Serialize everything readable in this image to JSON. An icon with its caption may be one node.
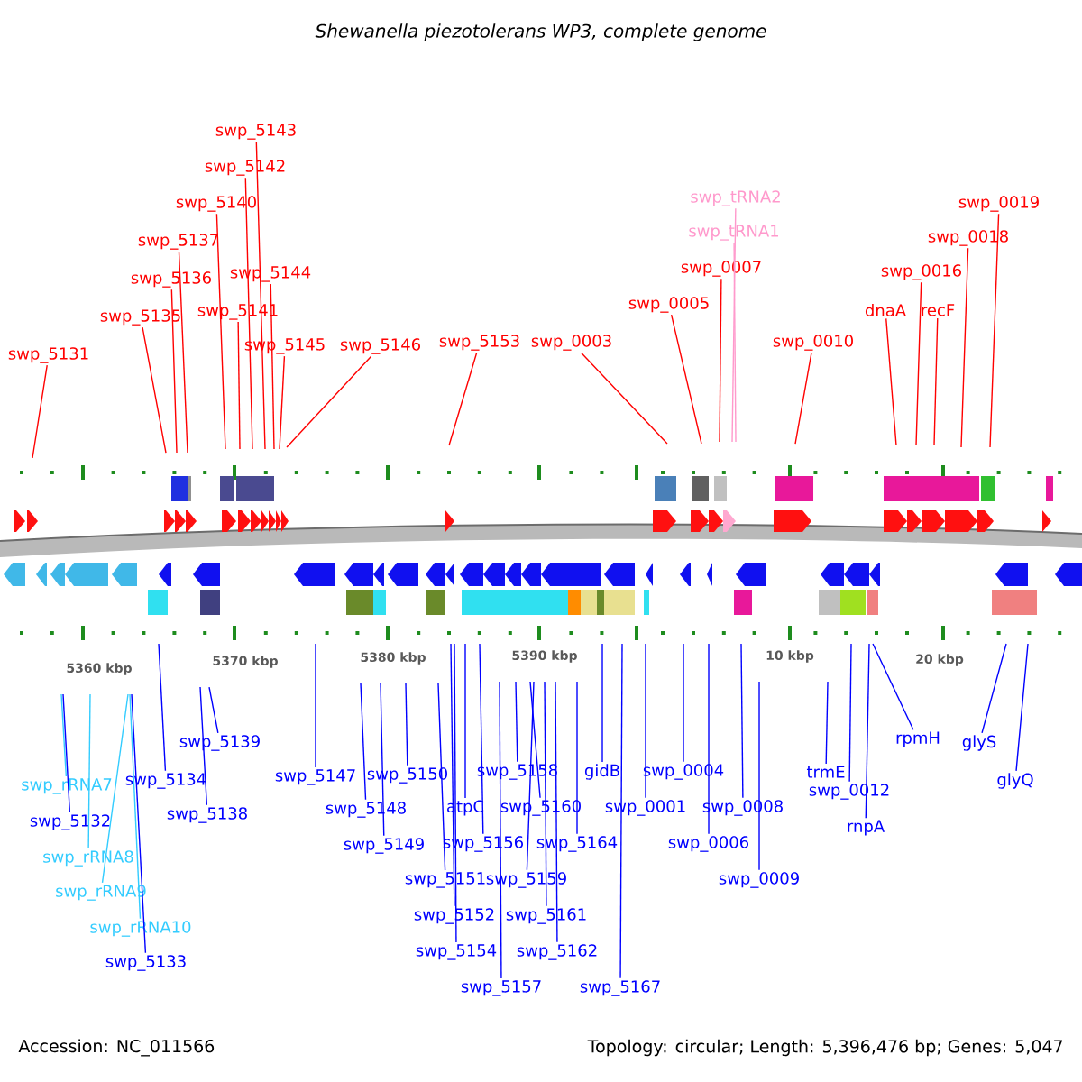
{
  "diagram": {
    "title": "Shewanella piezotolerans WP3, complete genome",
    "nodes": [
      {
        "text": [
          "swp_5131"
        ]
      },
      {
        "text": [
          "swp_5135"
        ]
      },
      {
        "text": [
          "swp_5136"
        ]
      },
      {
        "text": [
          "swp_5137"
        ]
      },
      {
        "text": [
          "swp_5140"
        ]
      },
      {
        "text": [
          "swp_5141"
        ]
      },
      {
        "text": [
          "swp_5142"
        ]
      },
      {
        "text": [
          "swp_5143"
        ]
      },
      {
        "text": [
          "swp_5144"
        ]
      },
      {
        "text": [
          "swp_5145"
        ]
      },
      {
        "text": [
          "swp_5146"
        ]
      },
      {
        "text": [
          "swp_5153"
        ]
      },
      {
        "text": [
          "swp_0003"
        ]
      },
      {
        "text": [
          "swp_0005"
        ]
      },
      {
        "text": [
          "swp_0007"
        ]
      },
      {
        "text": [
          "swp_tRNA2"
        ]
      },
      {
        "text": [
          "swp_tRNA1"
        ]
      },
      {
        "text": [
          "swp_0010"
        ]
      },
      {
        "text": [
          "dnaA"
        ]
      },
      {
        "text": [
          "swp_0016"
        ]
      },
      {
        "text": [
          "recF"
        ]
      },
      {
        "text": [
          "swp_0018"
        ]
      },
      {
        "text": [
          "swp_0019"
        ]
      },
      {
        "text": [
          "swp_rRNA7"
        ]
      },
      {
        "text": [
          "swp_5132"
        ]
      },
      {
        "text": [
          "swp_rRNA8"
        ]
      },
      {
        "text": [
          "swp_rRNA9"
        ]
      },
      {
        "text": [
          "swp_rRNA10"
        ]
      },
      {
        "text": [
          "swp_5133"
        ]
      },
      {
        "text": [
          "swp_5134"
        ]
      },
      {
        "text": [
          "swp_5139"
        ]
      },
      {
        "text": [
          "swp_5138"
        ]
      },
      {
        "text": [
          "swp_5147"
        ]
      },
      {
        "text": [
          "swp_5148"
        ]
      },
      {
        "text": [
          "swp_5149"
        ]
      },
      {
        "text": [
          "swp_5150"
        ]
      },
      {
        "text": [
          "swp_5151"
        ]
      },
      {
        "text": [
          "swp_5152"
        ]
      },
      {
        "text": [
          "swp_5154"
        ]
      },
      {
        "text": [
          "atpC"
        ]
      },
      {
        "text": [
          "swp_5156"
        ]
      },
      {
        "text": [
          "swp_5157"
        ]
      },
      {
        "text": [
          "swp_5158"
        ]
      },
      {
        "text": [
          "swp_5159"
        ]
      },
      {
        "text": [
          "swp_5160"
        ]
      },
      {
        "text": [
          "swp_5161"
        ]
      },
      {
        "text": [
          "swp_5162"
        ]
      },
      {
        "text": [
          "swp_5164"
        ]
      },
      {
        "text": [
          "gidB"
        ]
      },
      {
        "text": [
          "swp_5167"
        ]
      },
      {
        "text": [
          "swp_0001"
        ]
      },
      {
        "text": [
          "swp_0004"
        ]
      },
      {
        "text": [
          "swp_0006"
        ]
      },
      {
        "text": [
          "swp_0008"
        ]
      },
      {
        "text": [
          "swp_0009"
        ]
      },
      {
        "text": [
          "trmE"
        ]
      },
      {
        "text": [
          "swp_0012"
        ]
      },
      {
        "text": [
          "rnpA"
        ]
      },
      {
        "text": [
          "rpmH"
        ]
      },
      {
        "text": [
          "glyS"
        ]
      },
      {
        "text": [
          "glyQ"
        ]
      }
    ],
    "edges": [
      {
        "from": 0,
        "to": null,
        "arrow": "none",
        "color": "#ff0000"
      },
      {
        "from": 1,
        "to": null,
        "arrow": "none",
        "color": "#ff0000"
      },
      {
        "from": 2,
        "to": null,
        "arrow": "none",
        "color": "#ff0000"
      },
      {
        "from": 3,
        "to": null,
        "arrow": "none",
        "color": "#ff0000"
      },
      {
        "from": 4,
        "to": null,
        "arrow": "none",
        "color": "#ff0000"
      },
      {
        "from": 5,
        "to": null,
        "arrow": "none",
        "color": "#ff0000"
      },
      {
        "from": 6,
        "to": null,
        "arrow": "none",
        "color": "#ff0000"
      },
      {
        "from": 7,
        "to": null,
        "arrow": "none",
        "color": "#ff0000"
      },
      {
        "from": 8,
        "to": null,
        "arrow": "none",
        "color": "#ff0000"
      },
      {
        "from": 9,
        "to": null,
        "arrow": "none",
        "color": "#ff0000"
      },
      {
        "from": 10,
        "to": null,
        "arrow": "none",
        "color": "#ff0000"
      },
      {
        "from": 11,
        "to": null,
        "arrow": "none",
        "color": "#ff0000"
      },
      {
        "from": 12,
        "to": null,
        "arrow": "none",
        "color": "#ff0000"
      },
      {
        "from": 13,
        "to": null,
        "arrow": "none",
        "color": "#ff0000"
      },
      {
        "from": 14,
        "to": null,
        "arrow": "none",
        "color": "#ff0000"
      },
      {
        "from": 15,
        "to": null,
        "arrow": "none",
        "color": "#ff99cc"
      },
      {
        "from": 16,
        "to": null,
        "arrow": "none",
        "color": "#ff99cc"
      },
      {
        "from": 17,
        "to": null,
        "arrow": "none",
        "color": "#ff0000"
      },
      {
        "from": 18,
        "to": null,
        "arrow": "none",
        "color": "#ff0000"
      },
      {
        "from": 19,
        "to": null,
        "arrow": "none",
        "color": "#ff0000"
      },
      {
        "from": 20,
        "to": null,
        "arrow": "none",
        "color": "#ff0000"
      },
      {
        "from": 21,
        "to": null,
        "arrow": "none",
        "color": "#ff0000"
      },
      {
        "from": 22,
        "to": null,
        "arrow": "none",
        "color": "#ff0000"
      },
      {
        "from": 23,
        "to": null,
        "arrow": "none",
        "color": "#33ccff"
      },
      {
        "from": 24,
        "to": null,
        "arrow": "none"
      },
      {
        "from": 25,
        "to": null,
        "arrow": "none",
        "color": "#33ccff"
      },
      {
        "from": 26,
        "to": null,
        "arrow": "none",
        "color": "#33ccff"
      },
      {
        "from": 27,
        "to": null,
        "arrow": "none",
        "color": "#33ccff"
      },
      {
        "from": 28,
        "to": null,
        "arrow": "none"
      },
      {
        "from": 29,
        "to": null,
        "arrow": "none"
      },
      {
        "from": 30,
        "to": null,
        "arrow": "none"
      },
      {
        "from": 31,
        "to": null,
        "arrow": "none"
      },
      {
        "from": 32,
        "to": null,
        "arrow": "none"
      },
      {
        "from": 33,
        "to": null,
        "arrow": "none"
      },
      {
        "from": 34,
        "to": null,
        "arrow": "none"
      },
      {
        "from": 35,
        "to": null,
        "arrow": "none"
      },
      {
        "from": 36,
        "to": null,
        "arrow": "none"
      },
      {
        "from": 37,
        "to": null,
        "arrow": "none"
      },
      {
        "from": 38,
        "to": null,
        "arrow": "none"
      },
      {
        "from": 39,
        "to": null,
        "arrow": "none"
      },
      {
        "from": 40,
        "to": null,
        "arrow": "none"
      },
      {
        "from": 41,
        "to": null,
        "arrow": "none"
      },
      {
        "from": 42,
        "to": null,
        "arrow": "none"
      },
      {
        "from": 43,
        "to": null,
        "arrow": "none"
      },
      {
        "from": 44,
        "to": null,
        "arrow": "none"
      },
      {
        "from": 45,
        "to": null,
        "arrow": "none"
      },
      {
        "from": 46,
        "to": null,
        "arrow": "none"
      },
      {
        "from": 47,
        "to": null,
        "arrow": "none"
      },
      {
        "from": 48,
        "to": null,
        "arrow": "none"
      },
      {
        "from": 49,
        "to": null,
        "arrow": "none"
      },
      {
        "from": 50,
        "to": null,
        "arrow": "none"
      },
      {
        "from": 51,
        "to": null,
        "arrow": "none"
      },
      {
        "from": 52,
        "to": null,
        "arrow": "none"
      },
      {
        "from": 53,
        "to": null,
        "arrow": "none"
      },
      {
        "from": 54,
        "to": null,
        "arrow": "none"
      },
      {
        "from": 55,
        "to": null,
        "arrow": "none"
      },
      {
        "from": 56,
        "to": null,
        "arrow": "none"
      },
      {
        "from": 57,
        "to": null,
        "arrow": "none"
      },
      {
        "from": 58,
        "to": null,
        "arrow": "none"
      },
      {
        "from": 59,
        "to": null,
        "arrow": "none"
      },
      {
        "from": 60,
        "to": null,
        "arrow": "none"
      }
    ],
    "labels": [
      "5360 kbp",
      "5370 kbp",
      "5380 kbp",
      "5390 kbp",
      "10 kbp",
      "20 kbp",
      "Accession: NC_011566",
      "Topology: circular; Length: 5,396,476 bp; Genes: 5,047"
    ]
  }
}
